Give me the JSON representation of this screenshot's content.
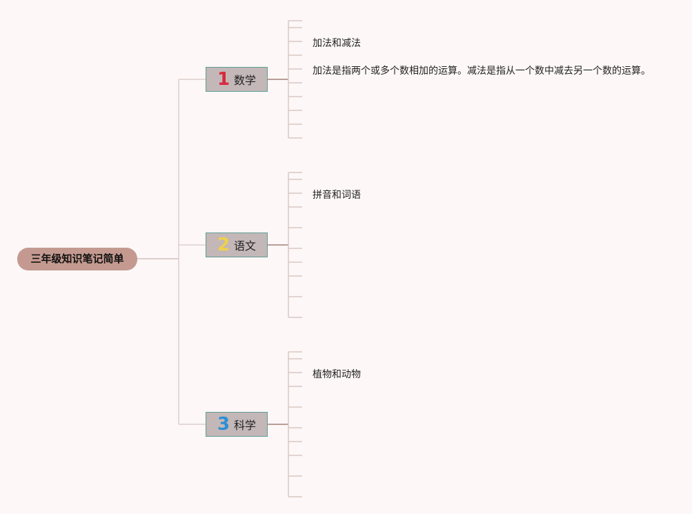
{
  "root": {
    "label": "三年级知识笔记简单"
  },
  "colors": {
    "trunk_line": "#dccfcb",
    "branch_line": "#b89d96",
    "tick_line": "#d8c8c3",
    "num1": "#d8283c",
    "num2": "#f1d04b",
    "num3": "#2a8fd6"
  },
  "branches": [
    {
      "number": "1",
      "label": "数学",
      "leaves": [
        "加法和减法",
        "加法是指两个或多个数相加的运算。减法是指从一个数中减去另一个数的运算。"
      ]
    },
    {
      "number": "2",
      "label": "语文",
      "leaves": [
        "拼音和词语"
      ]
    },
    {
      "number": "3",
      "label": "科学",
      "leaves": [
        "植物和动物"
      ]
    }
  ]
}
